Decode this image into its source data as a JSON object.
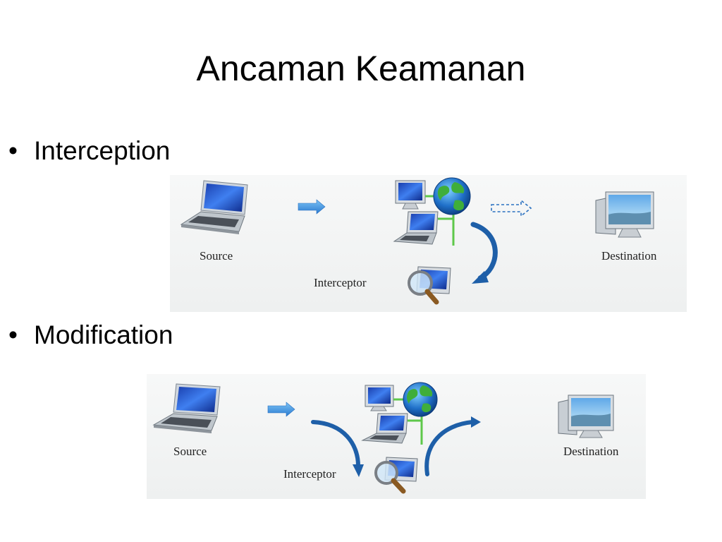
{
  "slide": {
    "title": "Ancaman Keamanan"
  },
  "bullets": [
    {
      "marker": "•",
      "text": "Interception"
    },
    {
      "marker": "•",
      "text": "Modification"
    }
  ],
  "diagrams": [
    {
      "source_label": "Source",
      "interceptor_label": "Interceptor",
      "destination_label": "Destination"
    },
    {
      "source_label": "Source",
      "interceptor_label": "Interceptor",
      "destination_label": "Destination"
    }
  ],
  "icons": {
    "laptop": "laptop-icon",
    "arrow": "blue-arrow-icon",
    "dashed_arrow": "dashed-arrow-icon",
    "globe": "globe-icon",
    "network_computers": "network-computer-icon",
    "magnifier_monitor": "magnifier-monitor-icon",
    "desktop": "desktop-computer-icon",
    "curved_arrow": "curved-arrow-icon"
  },
  "colors": {
    "accent_blue": "#1e5fa8",
    "arrow_blue": "#3a8fd6",
    "network_green": "#5ec84a",
    "diagram_background": "#f2f4f4"
  }
}
